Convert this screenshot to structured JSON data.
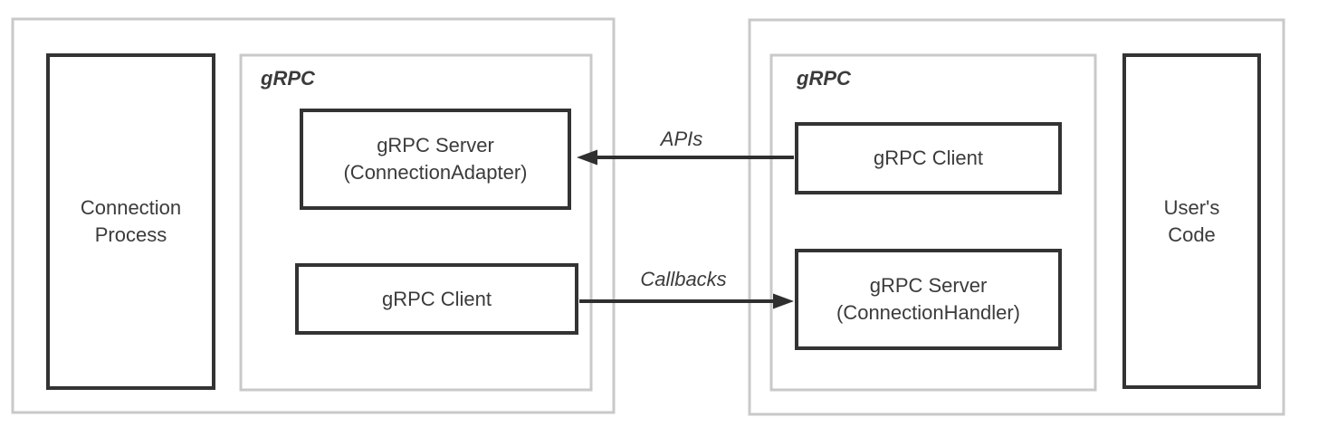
{
  "colors": {
    "solid_border": "#333333",
    "dashed_border": "#c9c9c9",
    "text": "#3b3b3b",
    "arrow": "#2f2f2f",
    "background": "#ffffff"
  },
  "left_container": {
    "process_box": {
      "label": "Connection\nProcess"
    },
    "grpc_group": {
      "label": "gRPC",
      "server_box": {
        "label": "gRPC Server\n(ConnectionAdapter)"
      },
      "client_box": {
        "label": "gRPC Client"
      }
    }
  },
  "right_container": {
    "grpc_group": {
      "label": "gRPC",
      "client_box": {
        "label": "gRPC Client"
      },
      "server_box": {
        "label": "gRPC Server\n(ConnectionHandler)"
      }
    },
    "user_code_box": {
      "label": "User's\nCode"
    }
  },
  "arrows": {
    "apis": {
      "label": "APIs",
      "direction": "left"
    },
    "callbacks": {
      "label": "Callbacks",
      "direction": "right"
    }
  }
}
